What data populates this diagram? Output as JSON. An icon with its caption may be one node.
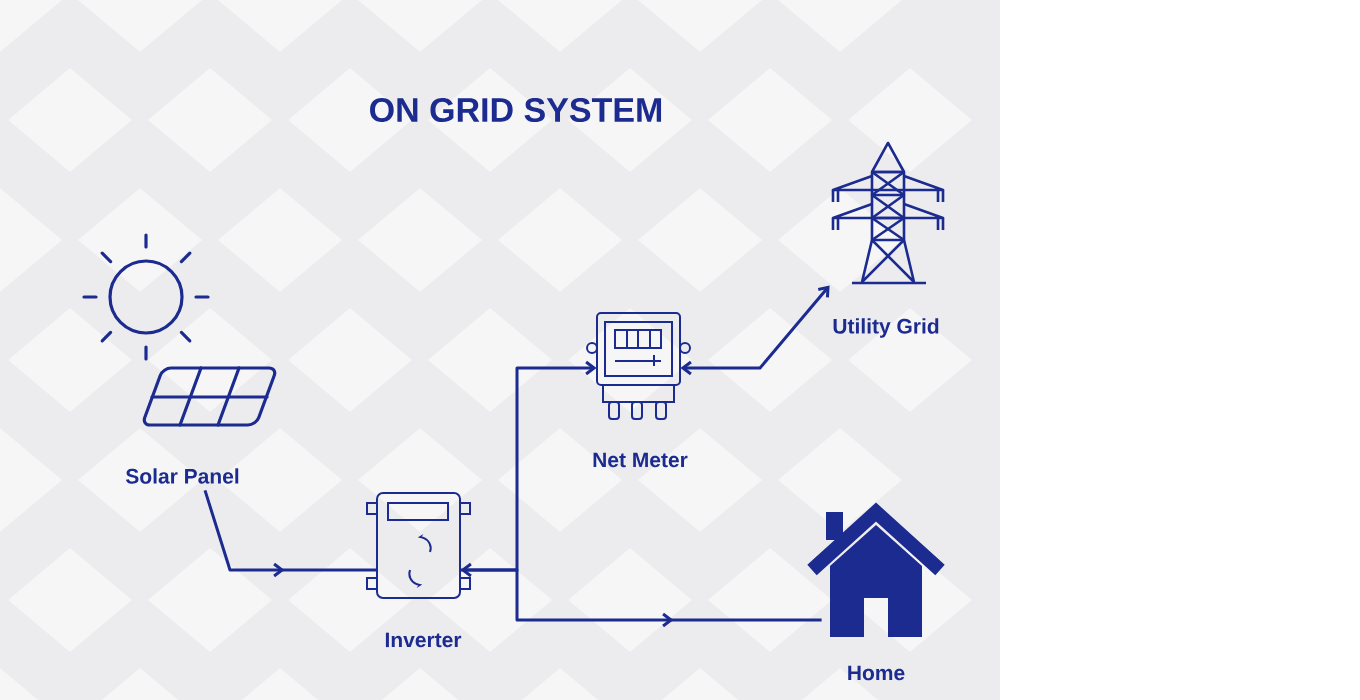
{
  "diagram": {
    "title": "ON GRID SYSTEM",
    "nodes": [
      {
        "text": [
          "Solar Panel"
        ]
      },
      {
        "text": [
          "Inverter"
        ]
      },
      {
        "text": [
          "Net Meter"
        ]
      },
      {
        "text": [
          "Utility Grid"
        ]
      },
      {
        "text": [
          "Home"
        ]
      }
    ],
    "edges": [
      {
        "from": 0,
        "to": 1,
        "arrow": "to"
      },
      {
        "from": 1,
        "to": 2,
        "arrow": "both"
      },
      {
        "from": 1,
        "to": 4,
        "arrow": "to"
      },
      {
        "from": 2,
        "to": 3,
        "arrow": "both"
      }
    ]
  }
}
